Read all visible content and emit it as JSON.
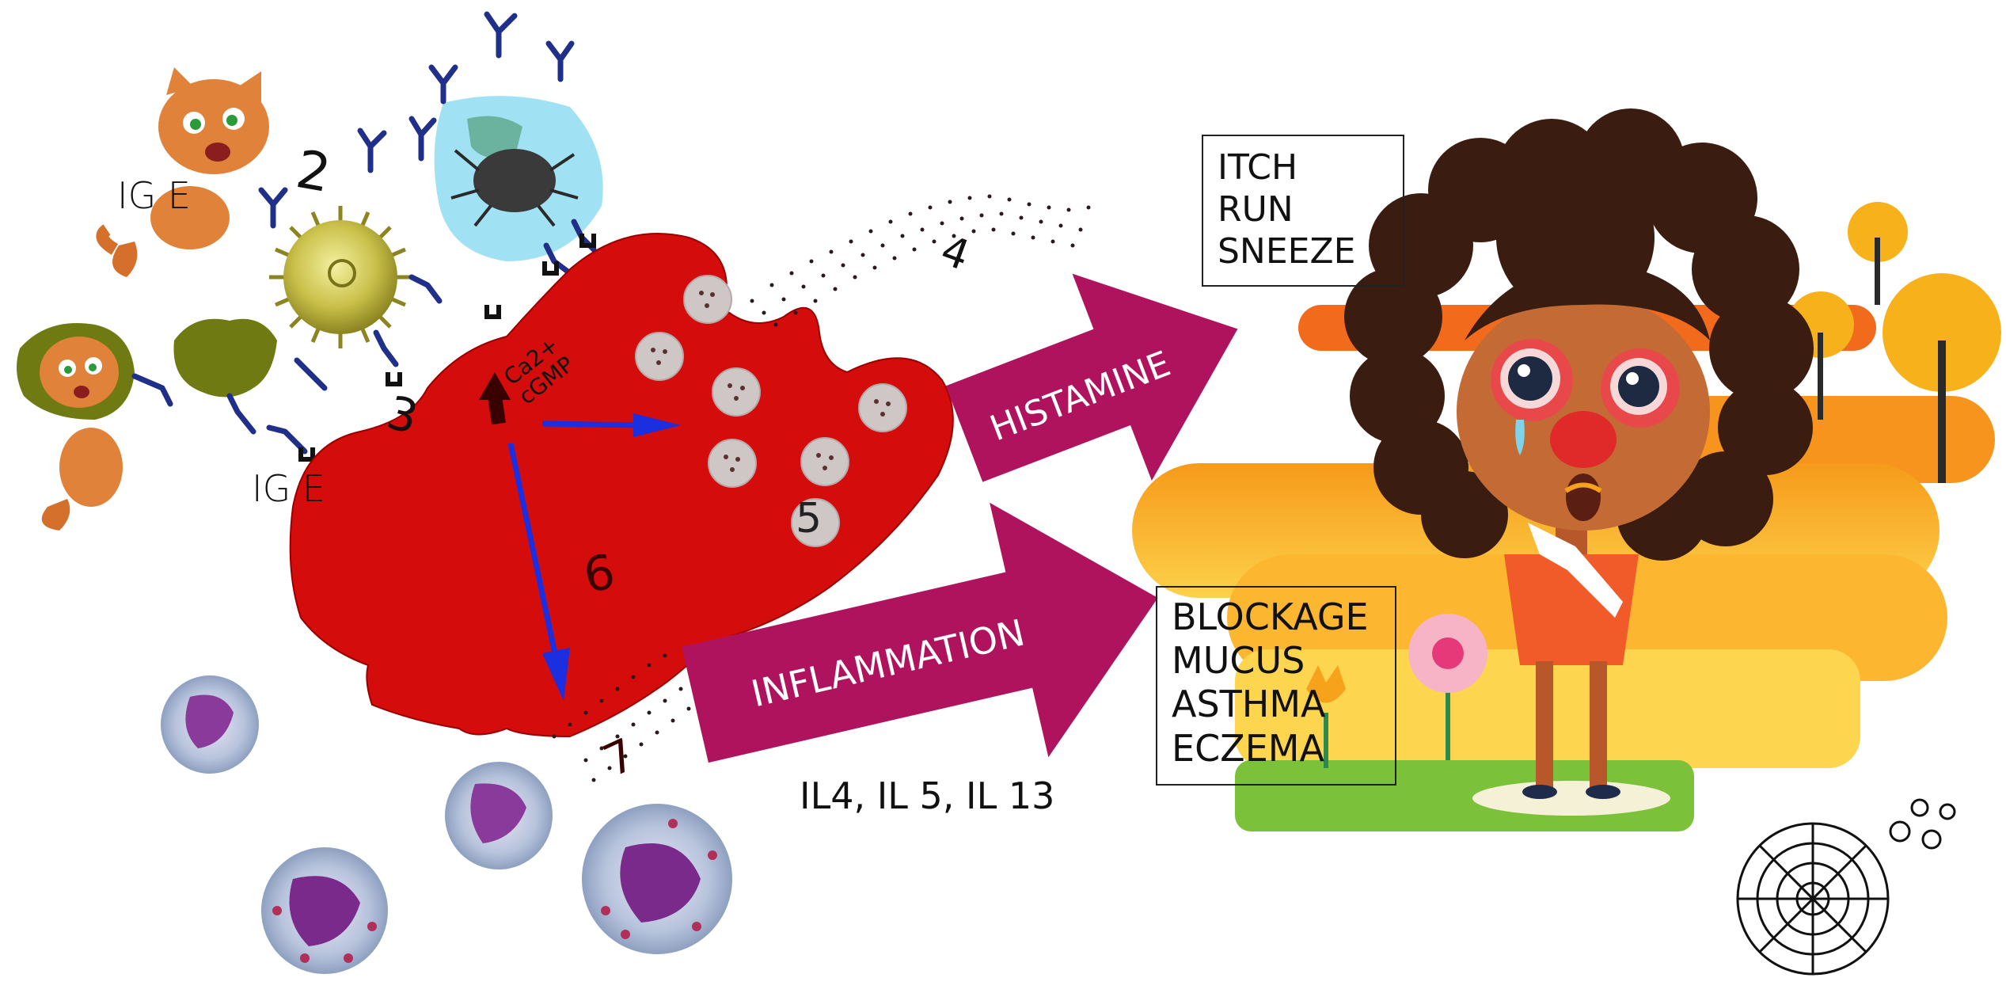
{
  "labels": {
    "ige_top": "IG E",
    "ige_bottom": "IG E",
    "step2": "2",
    "step3": "3",
    "step4": "4",
    "step5": "5",
    "step6": "6",
    "step7": "7",
    "ca_line1": "Ca2+",
    "ca_line2": "cGMP",
    "interleukins": "IL4, IL 5, IL 13"
  },
  "arrows": {
    "histamine": "HISTAMINE",
    "inflammation": "INFLAMMATION"
  },
  "symptoms_box_1": [
    "ITCH",
    "RUN",
    "SNEEZE"
  ],
  "symptoms_box_2": [
    "BLOCKAGE",
    "MUCUS",
    "ASTHMA",
    "ECZEMA"
  ],
  "colors": {
    "mast_cell": "#d40c0c",
    "arrow_magenta": "#b0135e",
    "antibody": "#1f2f8a",
    "inner_arrow": "#1b2fe0",
    "scene_orange": "#f7a21b",
    "grass": "#7cc13a"
  }
}
